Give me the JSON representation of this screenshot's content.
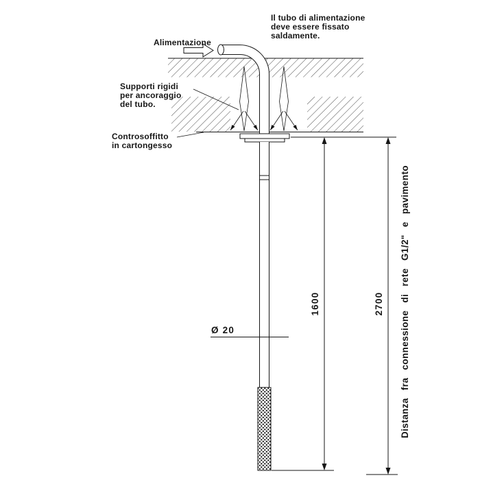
{
  "drawing": {
    "top_note": [
      "Il tubo di alimentazione",
      "deve essere fissato",
      "saldamente."
    ],
    "supply_label": "Alimentazione",
    "supports_note": [
      "Supporti rigidi",
      "per ancoraggio",
      "del tubo."
    ],
    "ceiling_note": [
      "Controsoffitto",
      "in cartongesso"
    ],
    "dimensions": {
      "tube_length": "1600",
      "connection_to_floor": "2700",
      "diameter": "Ø 20"
    },
    "side_caption": "Distanza fra connessione di rete G1/2\" e pavimento"
  },
  "colors": {
    "line": "#161616",
    "background": "#ffffff"
  }
}
